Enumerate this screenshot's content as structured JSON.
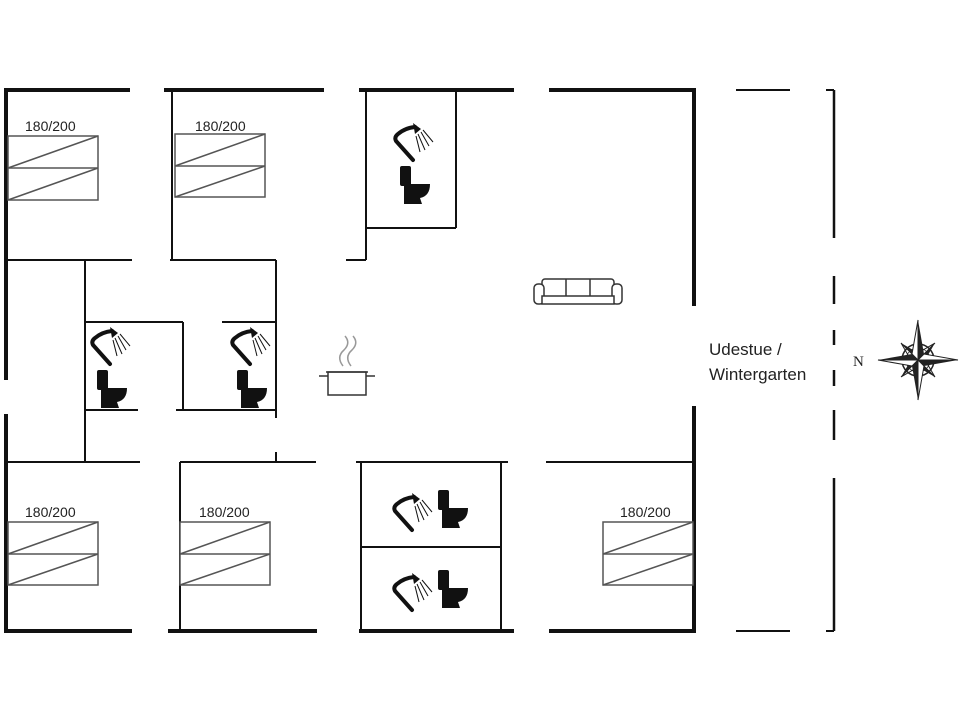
{
  "plan": {
    "bed_labels": [
      "180/200",
      "180/200",
      "180/200",
      "180/200",
      "180/200"
    ],
    "room_labels": {
      "conservatory_line1": "Udestue /",
      "conservatory_line2": "Wintergarten"
    },
    "compass": {
      "north_label": "N"
    },
    "icons": {
      "shower": "shower-icon",
      "toilet": "toilet-icon",
      "sofa": "sofa-icon",
      "kitchen": "cooking-pot-icon",
      "compass": "compass-rose-icon"
    },
    "colors": {
      "wall": "#111111",
      "line": "#555555",
      "background": "#ffffff"
    }
  }
}
